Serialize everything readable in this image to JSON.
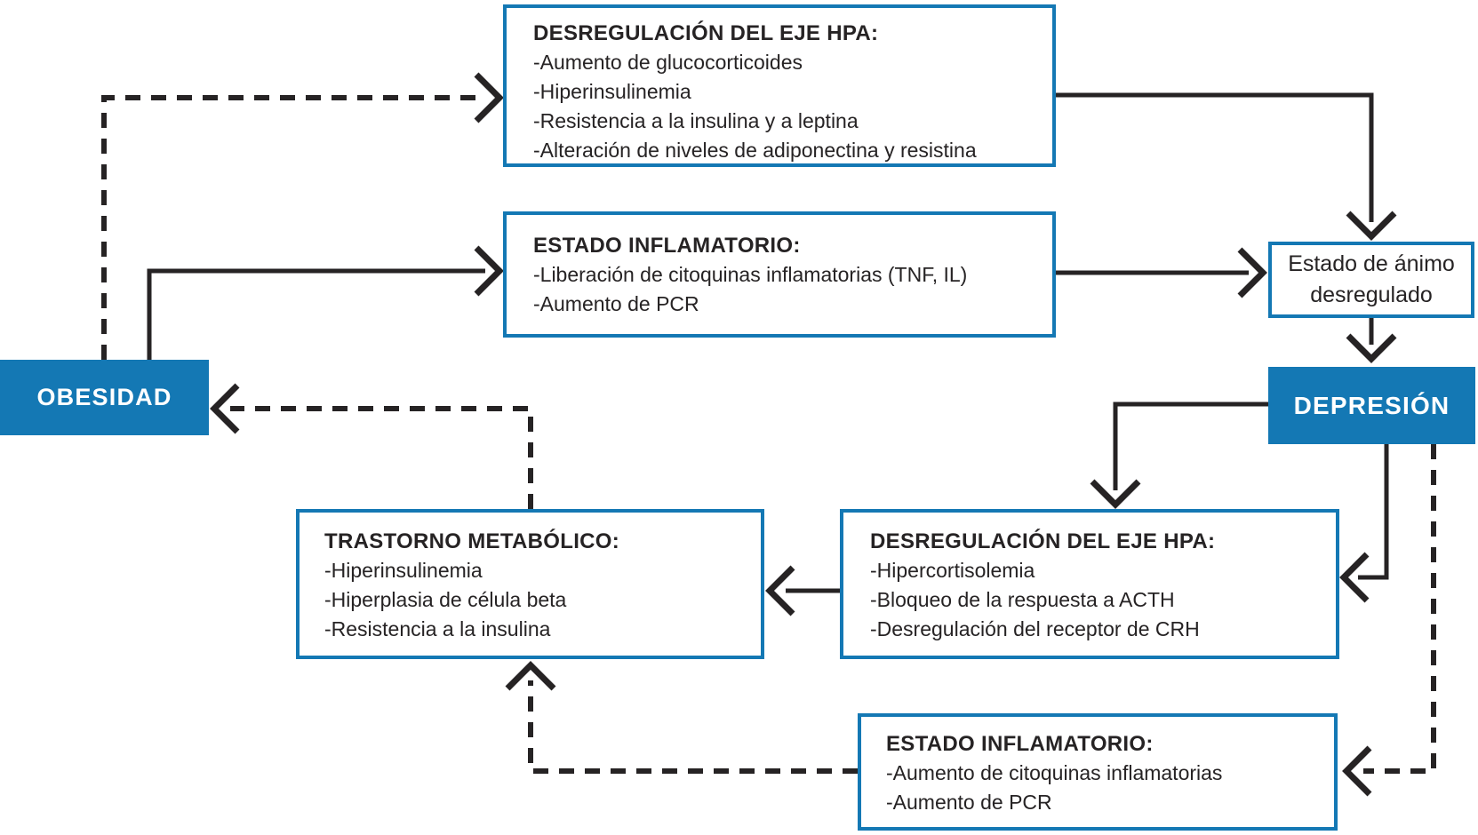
{
  "figure": {
    "background": "#ffffff",
    "colors": {
      "blue": "#1478b4",
      "ink": "#262324"
    },
    "nodes": {
      "hpa_top": {
        "title": "DESREGULACIÓN DEL EJE HPA:",
        "items": [
          "-Aumento de glucocorticoides",
          "-Hiperinsulinemia",
          "-Resistencia a la insulina y a leptina",
          "-Alteración de niveles de adiponectina y resistina"
        ]
      },
      "inflamatorio_top": {
        "title": "ESTADO INFLAMATORIO:",
        "items": [
          "-Liberación de citoquinas inflamatorias (TNF, IL)",
          "-Aumento de PCR"
        ]
      },
      "estado_animo": {
        "label": "Estado de ánimo desregulado"
      },
      "obesidad": {
        "label": "OBESIDAD"
      },
      "depresion": {
        "label": "DEPRESIÓN"
      },
      "trastorno_metabolico": {
        "title": "TRASTORNO METABÓLICO:",
        "items": [
          "-Hiperinsulinemia",
          "-Hiperplasia de célula beta",
          "-Resistencia a la insulina"
        ]
      },
      "hpa_bottom": {
        "title": "DESREGULACIÓN DEL EJE HPA:",
        "items": [
          "-Hipercortisolemia",
          "-Bloqueo de la respuesta a ACTH",
          "-Desregulación del receptor de CRH"
        ]
      },
      "inflamatorio_bottom": {
        "title": "ESTADO INFLAMATORIO:",
        "items": [
          "-Aumento de citoquinas inflamatorias",
          "-Aumento de PCR"
        ]
      }
    },
    "edges": [
      {
        "from": "obesidad",
        "to": "hpa_top",
        "style": "dashed"
      },
      {
        "from": "obesidad",
        "to": "inflamatorio_top",
        "style": "solid"
      },
      {
        "from": "hpa_top",
        "to": "estado_animo",
        "style": "solid"
      },
      {
        "from": "inflamatorio_top",
        "to": "estado_animo",
        "style": "solid"
      },
      {
        "from": "estado_animo",
        "to": "depresion",
        "style": "solid"
      },
      {
        "from": "depresion",
        "to": "hpa_bottom_top",
        "style": "solid"
      },
      {
        "from": "depresion",
        "to": "hpa_bottom_right",
        "style": "solid"
      },
      {
        "from": "depresion",
        "to": "inflamatorio_bottom",
        "style": "dashed"
      },
      {
        "from": "hpa_bottom",
        "to": "trastorno_metabolico",
        "style": "solid"
      },
      {
        "from": "inflamatorio_bottom",
        "to": "trastorno_metabolico",
        "style": "dashed"
      },
      {
        "from": "trastorno_metabolico",
        "to": "obesidad",
        "style": "dashed"
      }
    ]
  }
}
